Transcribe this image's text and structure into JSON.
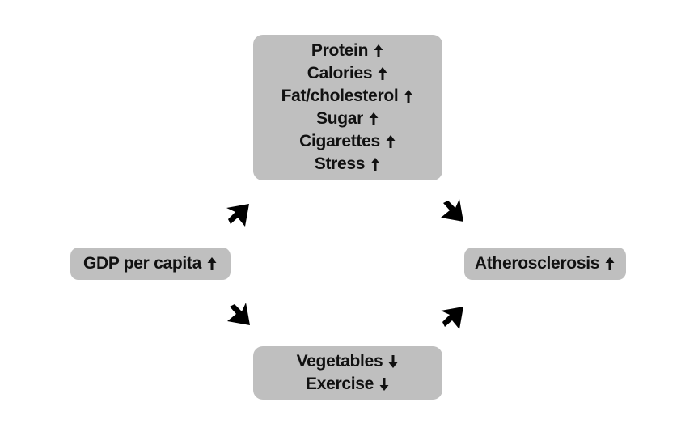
{
  "diagram": {
    "top_box": {
      "lines": [
        {
          "text": "Protein",
          "arrow": "up"
        },
        {
          "text": "Calories",
          "arrow": "up"
        },
        {
          "text": "Fat/cholesterol",
          "arrow": "up"
        },
        {
          "text": "Sugar",
          "arrow": "up"
        },
        {
          "text": "Cigarettes",
          "arrow": "up"
        },
        {
          "text": "Stress",
          "arrow": "up"
        }
      ]
    },
    "left_box": {
      "lines": [
        {
          "text": "GDP per capita",
          "arrow": "up"
        }
      ]
    },
    "right_box": {
      "lines": [
        {
          "text": "Atherosclerosis",
          "arrow": "up"
        }
      ]
    },
    "bottom_box": {
      "lines": [
        {
          "text": "Vegetables",
          "arrow": "down"
        },
        {
          "text": "Exercise",
          "arrow": "down"
        }
      ]
    },
    "connectors": [
      {
        "from": "left_box",
        "to": "top_box",
        "direction": "up-right"
      },
      {
        "from": "top_box",
        "to": "right_box",
        "direction": "down-right"
      },
      {
        "from": "left_box",
        "to": "bottom_box",
        "direction": "down-right"
      },
      {
        "from": "bottom_box",
        "to": "right_box",
        "direction": "up-right"
      }
    ],
    "colors": {
      "box_fill": "#bfbfbf",
      "text": "#111111",
      "arrow": "#000000"
    }
  }
}
